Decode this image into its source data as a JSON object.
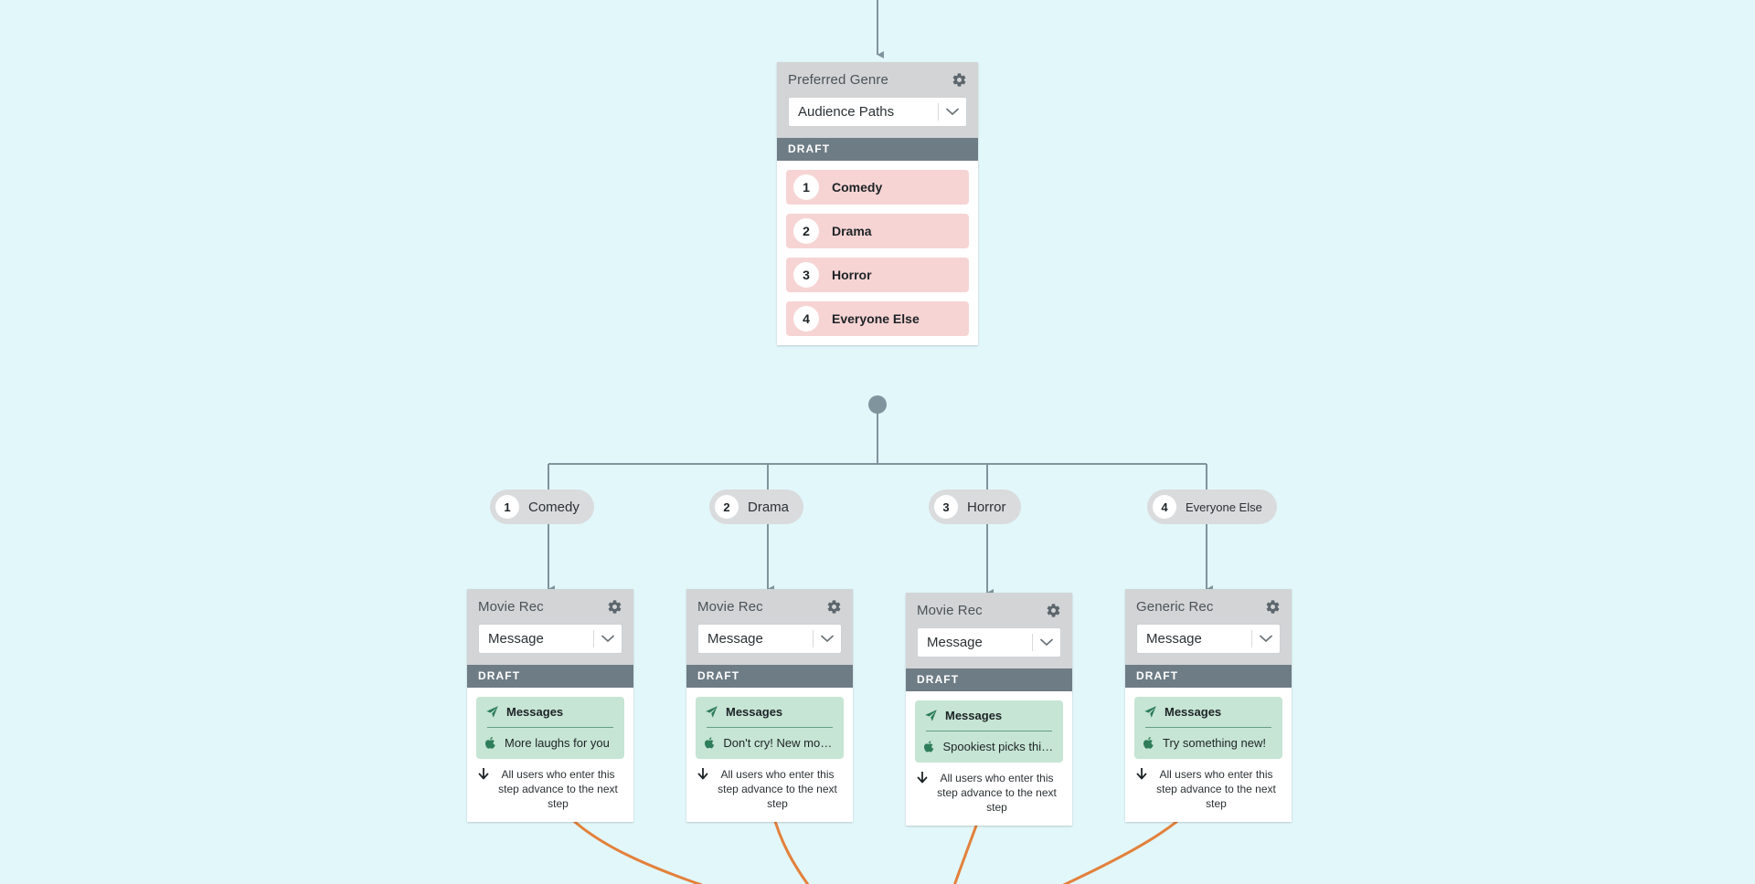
{
  "theme": {
    "background": "#e2f7fa",
    "connector": "#7f949c",
    "header_gray": "#d2d4d6",
    "draft_gray": "#6e7c85",
    "path_pink": "#f7d4d4",
    "message_green": "#c6e5d4",
    "accent_orange": "#e3813c"
  },
  "split_node": {
    "title": "Preferred Genre",
    "gear_icon": "gear-icon",
    "select": {
      "value": "Audience Paths",
      "chevron_icon": "chevron-down-icon"
    },
    "status": "DRAFT",
    "paths": [
      {
        "num": "1",
        "label": "Comedy"
      },
      {
        "num": "2",
        "label": "Drama"
      },
      {
        "num": "3",
        "label": "Horror"
      },
      {
        "num": "4",
        "label": "Everyone Else"
      }
    ]
  },
  "branch_pills": [
    {
      "num": "1",
      "label": "Comedy"
    },
    {
      "num": "2",
      "label": "Drama"
    },
    {
      "num": "3",
      "label": "Horror"
    },
    {
      "num": "4",
      "label": "Everyone Else"
    }
  ],
  "message_nodes": [
    {
      "title": "Movie Rec",
      "gear_icon": "gear-icon",
      "select": {
        "value": "Message",
        "chevron_icon": "chevron-down-icon"
      },
      "status": "DRAFT",
      "messages_label": "Messages",
      "messages_icon": "paper-plane-icon",
      "item_icon": "apple-icon",
      "item_label": "More laughs for you",
      "advance_icon": "arrow-down-icon",
      "advance_text": "All users who enter this step advance to the next step"
    },
    {
      "title": "Movie Rec",
      "gear_icon": "gear-icon",
      "select": {
        "value": "Message",
        "chevron_icon": "chevron-down-icon"
      },
      "status": "DRAFT",
      "messages_label": "Messages",
      "messages_icon": "paper-plane-icon",
      "item_icon": "apple-icon",
      "item_label": "Don't cry! New movi…",
      "advance_icon": "arrow-down-icon",
      "advance_text": "All users who enter this step advance to the next step"
    },
    {
      "title": "Movie Rec",
      "gear_icon": "gear-icon",
      "select": {
        "value": "Message",
        "chevron_icon": "chevron-down-icon"
      },
      "status": "DRAFT",
      "messages_label": "Messages",
      "messages_icon": "paper-plane-icon",
      "item_icon": "apple-icon",
      "item_label": "Spookiest picks this…",
      "advance_icon": "arrow-down-icon",
      "advance_text": "All users who enter this step advance to the next step"
    },
    {
      "title": "Generic Rec",
      "gear_icon": "gear-icon",
      "select": {
        "value": "Message",
        "chevron_icon": "chevron-down-icon"
      },
      "status": "DRAFT",
      "messages_label": "Messages",
      "messages_icon": "paper-plane-icon",
      "item_icon": "apple-icon",
      "item_label": "Try something new!",
      "advance_icon": "arrow-down-icon",
      "advance_text": "All users who enter this step advance to the next step"
    }
  ]
}
